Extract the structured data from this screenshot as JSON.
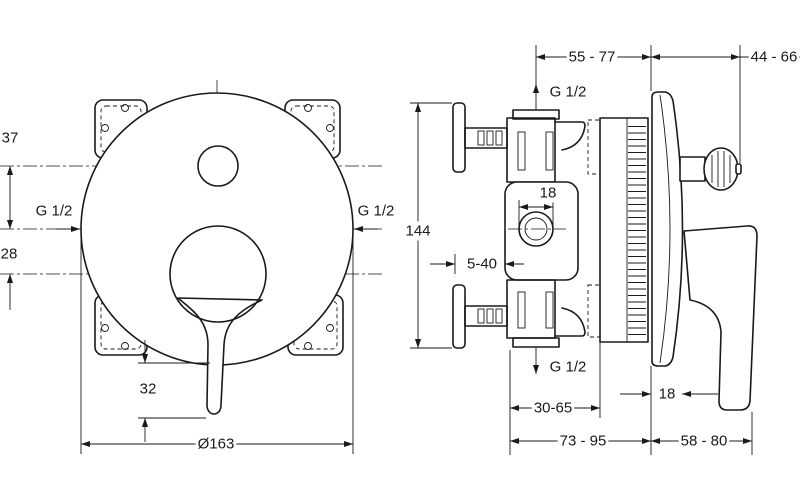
{
  "colors": {
    "line": "#1a1a1a",
    "background": "#ffffff"
  },
  "front_view": {
    "diverter_offset": "37",
    "inlet_left": "G 1/2",
    "lever_offset": "28",
    "inlet_right": "G 1/2",
    "lever_overhang": "32",
    "cover_diameter": "Ø163"
  },
  "side_view": {
    "outlet_top": "G 1/2",
    "body_to_plate": "55 - 77",
    "knob_projection": "44 - 66",
    "bore": "18",
    "body_height": "144",
    "flange_range": "5-40",
    "outlet_bottom": "G 1/2",
    "lever_gap": "18",
    "sleeve_range": "30-65",
    "wall_depth": "73 - 95",
    "lever_projection": "58 - 80"
  }
}
